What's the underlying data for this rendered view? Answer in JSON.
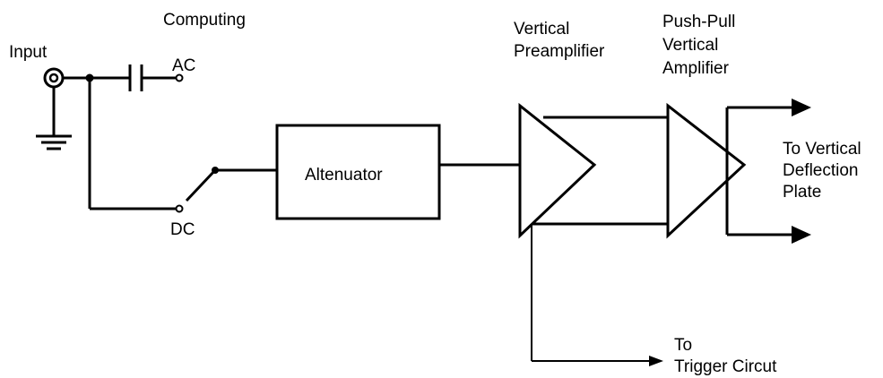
{
  "labels": {
    "input": "Input",
    "coupling_title": "Computing",
    "ac": "AC",
    "dc": "DC",
    "attenuator": "Altenuator",
    "preamp_line1": "Vertical",
    "preamp_line2": "Preamplifier",
    "amp_line1": "Push-Pull",
    "amp_line2": "Vertical",
    "amp_line3": "Amplifier",
    "output_line1": "To Vertical",
    "output_line2": "Deflection",
    "output_line3": "Plate",
    "trigger_line1": "To",
    "trigger_line2": "Trigger Circut"
  },
  "colors": {
    "line": "#000000",
    "background": "#ffffff"
  },
  "icons": {
    "input": "coaxial-connector-icon",
    "ground": "ground-icon",
    "capacitor": "capacitor-icon",
    "switch": "spdt-switch-icon",
    "arrow": "arrowhead-icon"
  }
}
